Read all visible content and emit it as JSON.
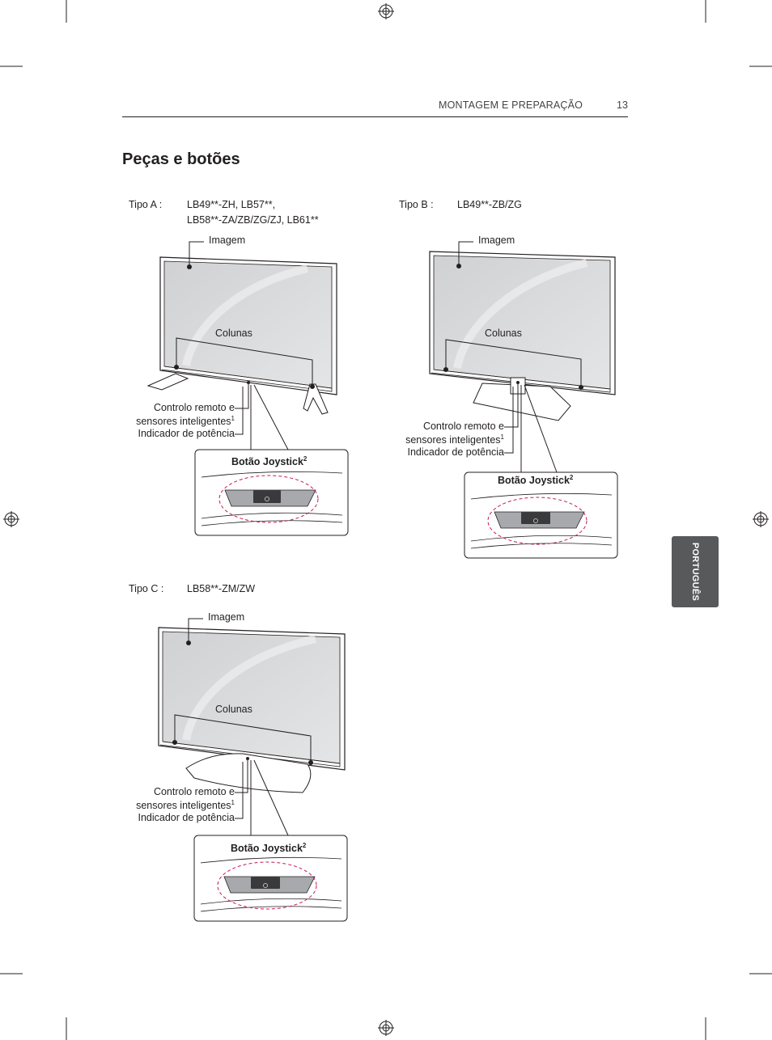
{
  "header": {
    "section": "MONTAGEM E PREPARAÇÃO",
    "page_number": "13"
  },
  "title": "Peças e botões",
  "side_tab": "PORTUGUÊS",
  "labels": {
    "image": "Imagem",
    "speakers": "Colunas",
    "remote_line1": "Controlo remoto e",
    "remote_line2": "sensores inteligentes",
    "footnote1": "1",
    "power": "Indicador de potência",
    "joystick": "Botão Joystick",
    "footnote2": "2"
  },
  "type_a": {
    "label": "Tipo A :",
    "models_line1": "LB49**-ZH, LB57**,",
    "models_line2": "LB58**-ZA/ZB/ZG/ZJ, LB61**"
  },
  "type_b": {
    "label": "Tipo B :",
    "models_line1": "LB49**-ZB/ZG"
  },
  "type_c": {
    "label": "Tipo C :",
    "models_line1": "LB58**-ZM/ZW"
  }
}
